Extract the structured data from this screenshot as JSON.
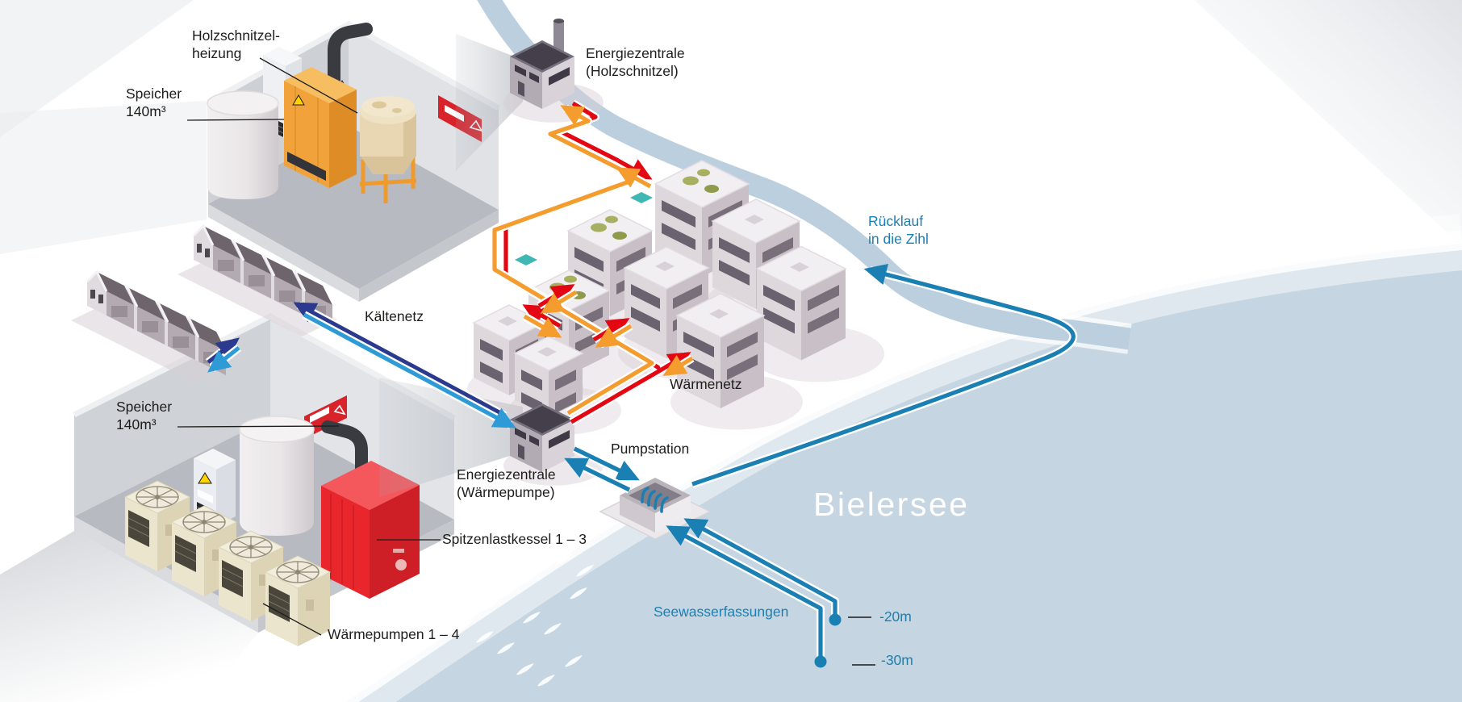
{
  "diagram": {
    "region": {
      "lake_name": "Bielersee",
      "river_return": {
        "line1": "Rücklauf",
        "line2": "in die Zihl"
      }
    },
    "plants": {
      "wood_chip_plant": {
        "name": {
          "line1": "Energiezentrale",
          "line2": "(Holzschnitzel)"
        },
        "boiler": {
          "line1": "Holzschnitzel-",
          "line2": "heizung"
        },
        "storage": {
          "line1": "Speicher",
          "line2": "140m³"
        }
      },
      "heat_pump_plant": {
        "name": {
          "line1": "Energiezentrale",
          "line2": "(Wärmepumpe)"
        },
        "storage": {
          "line1": "Speicher",
          "line2": "140m³"
        },
        "peak_boilers": "Spitzenlastkessel 1 – 3",
        "heat_pumps": "Wärmepumpen 1 – 4"
      }
    },
    "networks": {
      "cold": "Kältenetz",
      "heat": "Wärmenetz"
    },
    "pump_station": "Pumpstation",
    "lake_water_intakes": {
      "label": "Seewasserfassungen",
      "depths": [
        "-20m",
        "-30m"
      ]
    },
    "colors": {
      "heat_supply": "#e30613",
      "heat_return": "#f59c2f",
      "cold_supply": "#2b3a8e",
      "cold_return": "#2e9bd6",
      "lake_pipe": "#1a80b3",
      "lake": "#c5d5e1",
      "river": "#bccfde",
      "label_text": "#1d1d1b",
      "blue_text": "#1a80b3"
    }
  }
}
